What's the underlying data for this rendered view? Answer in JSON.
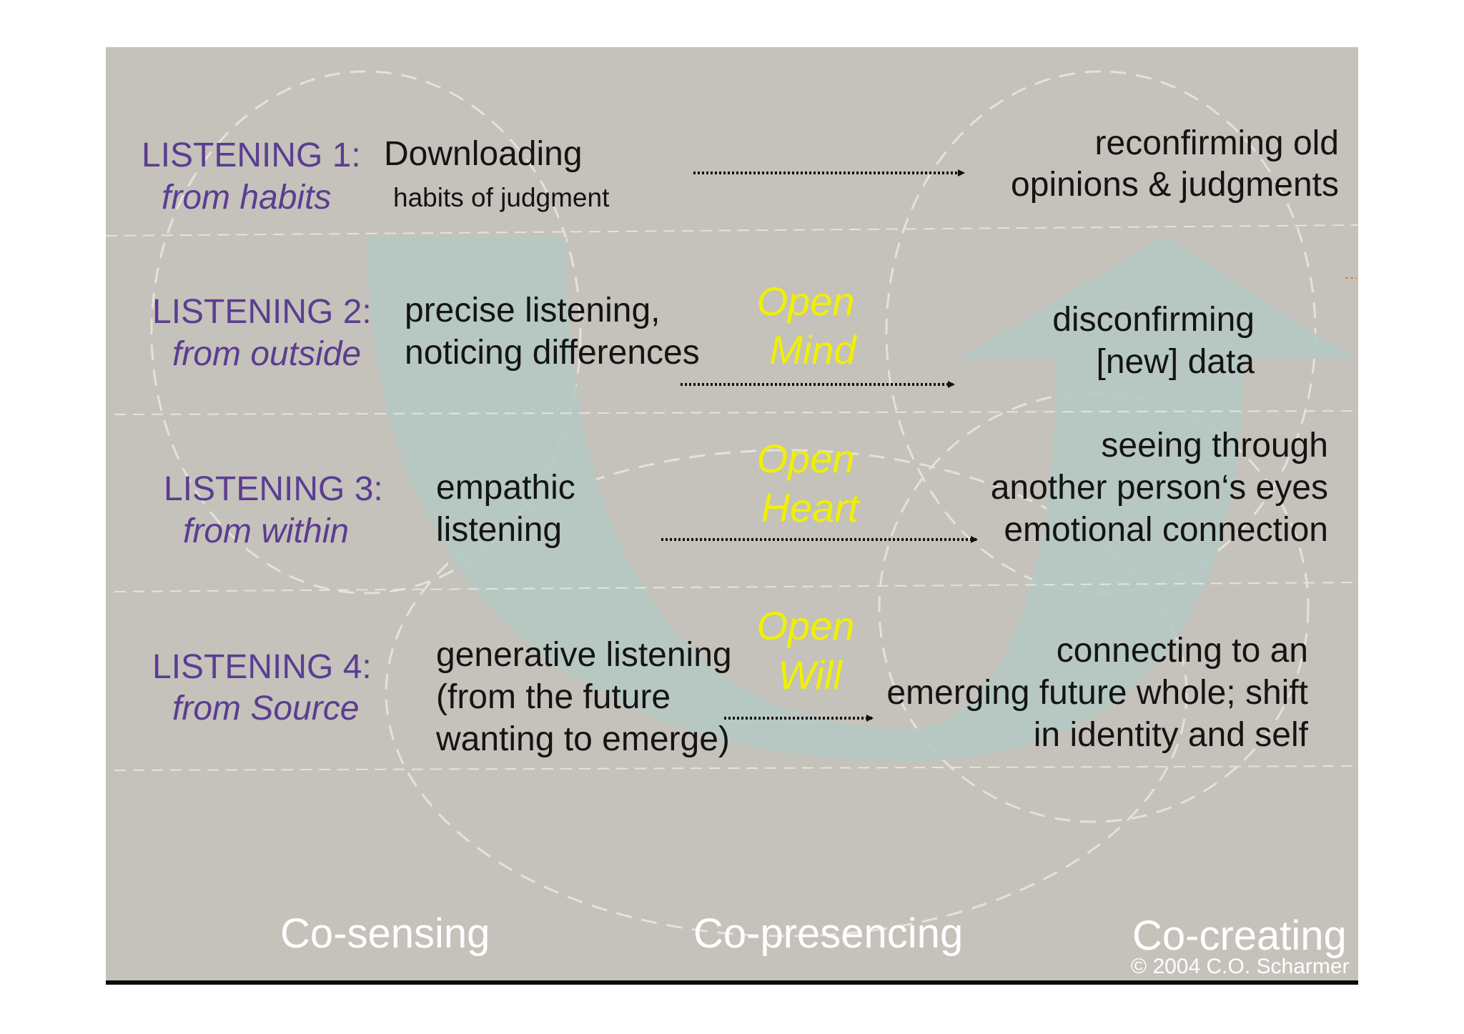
{
  "colors": {
    "panel": "#c5c2bb",
    "u_shape": "#b5c9c3",
    "purple_text": "#5b3d91",
    "yellow_text": "#f0f000",
    "dashed_lines": "#e9e7e2"
  },
  "levels": [
    {
      "label": "LISTENING 1:",
      "sub": "from habits",
      "left_1": "Downloading",
      "left_2": "habits of judgment",
      "right_1": "reconfirming old",
      "right_2": "opinions & judgments"
    },
    {
      "label": "LISTENING 2:",
      "sub": "from outside",
      "left_1": "precise listening,",
      "left_2": "noticing differences",
      "right_1": "disconfirming",
      "right_2": "[new] data"
    },
    {
      "label": "LISTENING 3:",
      "sub": "from within",
      "left_1": "empathic",
      "left_2": "listening",
      "right_1": "seeing through",
      "right_2": "another person‘s eyes",
      "right_3": "emotional connection"
    },
    {
      "label": "LISTENING 4:",
      "sub": "from Source",
      "left_1": "generative listening",
      "left_2": "(from the future",
      "left_3": "wanting to emerge)",
      "right_1": "connecting to an",
      "right_2": "emerging future whole; shift",
      "right_3": "in identity and self"
    }
  ],
  "open": [
    {
      "word1": "Open",
      "word2": "Mind"
    },
    {
      "word1": "Open",
      "word2": "Heart"
    },
    {
      "word1": "Open",
      "word2": "Will"
    }
  ],
  "footer": {
    "co_sensing": "Co-sensing",
    "co_presencing": "Co-presencing",
    "co_creating": "Co-creating",
    "copyright": "© 2004 C.O. Scharmer"
  }
}
